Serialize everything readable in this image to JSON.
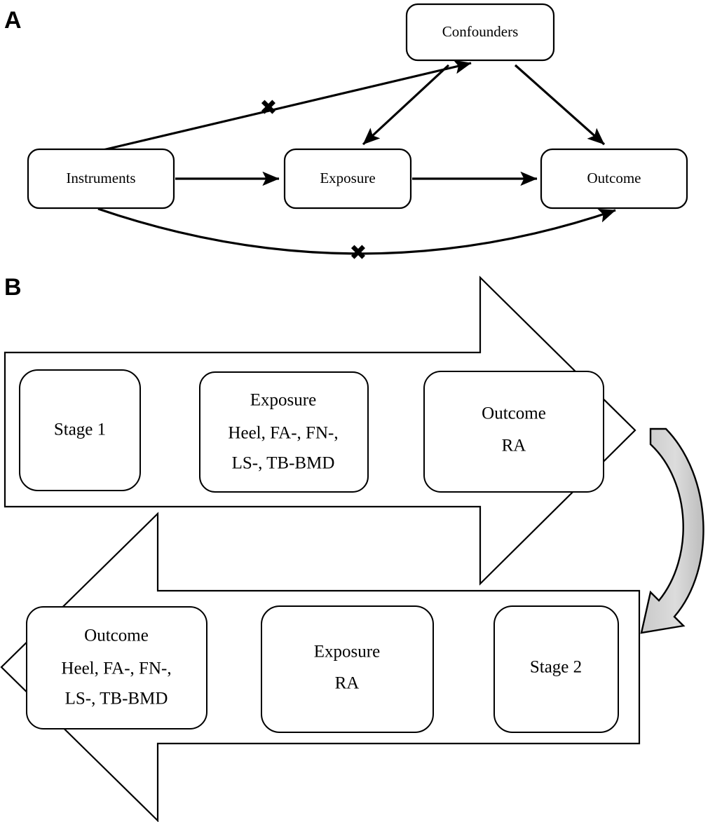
{
  "figure": {
    "background_color": "#ffffff",
    "line_color": "#000000",
    "curved_arrow_fill": "#d4d4d4"
  },
  "panels": [
    {
      "label": "A",
      "name": "panel-a-mr-assumptions"
    },
    {
      "label": "B",
      "name": "panel-b-bidirectional-mr"
    }
  ],
  "panel_a": {
    "label": "A",
    "nodes": {
      "confounders": {
        "label": "Confounders"
      },
      "instruments": {
        "label": "Instruments"
      },
      "exposure": {
        "label": "Exposure"
      },
      "outcome": {
        "label": "Outcome"
      }
    },
    "edges": [
      {
        "from": "instruments",
        "to": "exposure",
        "blocked": false
      },
      {
        "from": "exposure",
        "to": "outcome",
        "blocked": false
      },
      {
        "from": "confounders",
        "to": "exposure",
        "blocked": false
      },
      {
        "from": "confounders",
        "to": "outcome",
        "blocked": false
      },
      {
        "from": "instruments",
        "to": "confounders",
        "blocked": true
      },
      {
        "from": "instruments",
        "to": "outcome",
        "blocked": true
      }
    ],
    "cross_marks": [
      {
        "label": "✖",
        "on_edge": "instruments-confounders"
      },
      {
        "label": "✖",
        "on_edge": "instruments-outcome"
      }
    ]
  },
  "panel_b": {
    "label": "B",
    "stage_one": {
      "direction": "right",
      "stage": {
        "label": "Stage 1"
      },
      "exposure": {
        "title": "Exposure",
        "lines": [
          "Heel, FA-, FN-,",
          "LS-, TB-BMD"
        ]
      },
      "outcome": {
        "title": "Outcome",
        "lines": [
          "RA"
        ]
      }
    },
    "stage_two": {
      "direction": "left",
      "outcome": {
        "title": "Outcome",
        "lines": [
          "Heel, FA-, FN-,",
          "LS-, TB-BMD"
        ]
      },
      "exposure": {
        "title": "Exposure",
        "lines": [
          "RA"
        ]
      },
      "stage": {
        "label": "Stage 2"
      }
    },
    "loop_arrow": {
      "name": "curved-loop-arrow",
      "direction": "clockwise-down"
    }
  }
}
